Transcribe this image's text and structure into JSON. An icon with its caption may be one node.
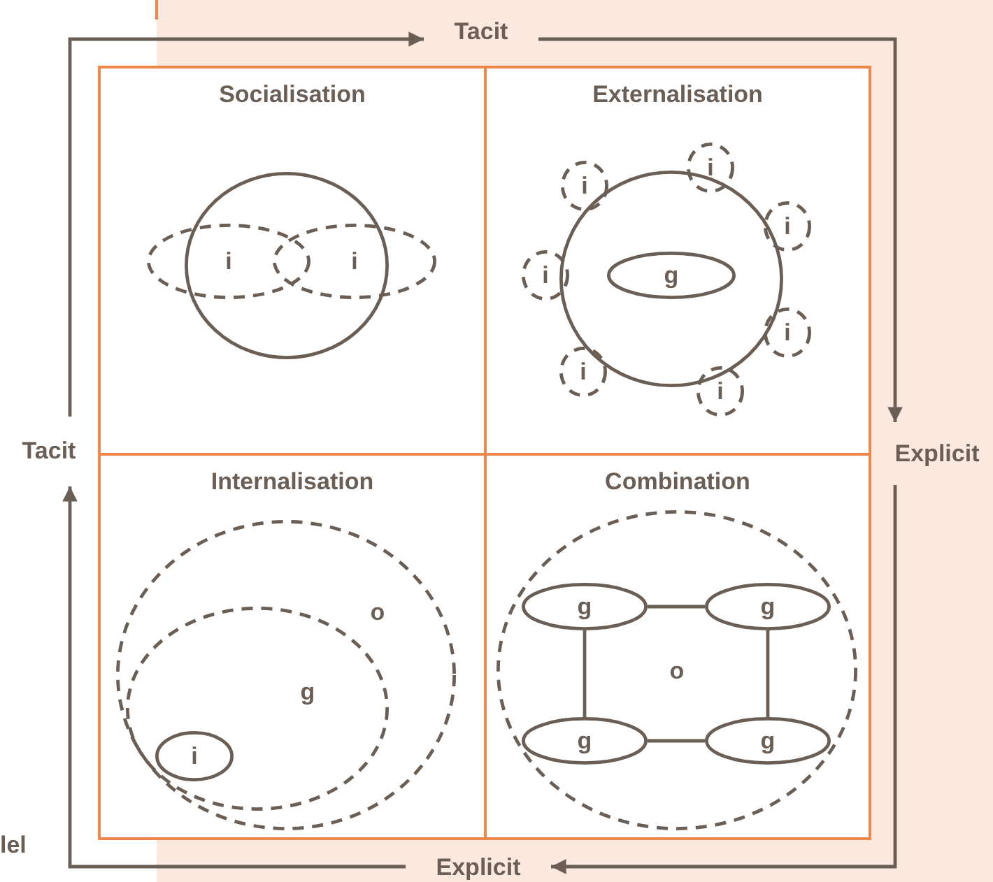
{
  "diagram": {
    "nodes": [
      {
        "text": [
          "Tacit"
        ]
      },
      {
        "text": [
          "Socialisation"
        ]
      },
      {
        "text": [],
        "shape": "circle",
        "in": 1
      },
      {
        "text": [
          "i"
        ],
        "in": 1
      },
      {
        "text": [
          "i"
        ],
        "in": 1
      },
      {
        "text": [
          "Externalisation"
        ]
      },
      {
        "text": [],
        "shape": "circle",
        "in": 5
      },
      {
        "text": [
          "g"
        ],
        "in": 6
      },
      {
        "text": [
          "i"
        ],
        "in": 5
      },
      {
        "text": [
          "i"
        ],
        "in": 5
      },
      {
        "text": [
          "i"
        ],
        "in": 5
      },
      {
        "text": [
          "i"
        ],
        "in": 5
      },
      {
        "text": [
          "i"
        ],
        "in": 5
      },
      {
        "text": [
          "i"
        ],
        "in": 5
      },
      {
        "text": [
          "i"
        ],
        "in": 5
      },
      {
        "text": [
          "Tacit"
        ]
      },
      {
        "text": [
          "Explicit"
        ]
      },
      {
        "text": [
          "Internalisation"
        ]
      },
      {
        "text": [
          "o"
        ],
        "in": 17
      },
      {
        "text": [
          "g"
        ],
        "in": 18
      },
      {
        "text": [
          "i"
        ],
        "in": 19
      },
      {
        "text": [
          "Combination"
        ]
      },
      {
        "text": [
          "o"
        ],
        "in": 21
      },
      {
        "text": [
          "g"
        ],
        "in": 22
      },
      {
        "text": [
          "g"
        ],
        "in": 22
      },
      {
        "text": [
          "g"
        ],
        "in": 22
      },
      {
        "text": [
          "g"
        ],
        "in": 22
      },
      {
        "text": [
          "Explicit"
        ]
      }
    ],
    "edges": [
      {
        "from": 15,
        "to": 0,
        "arrow": "to"
      },
      {
        "from": 0,
        "to": 16,
        "arrow": "to"
      },
      {
        "from": 16,
        "to": 27,
        "arrow": "to"
      },
      {
        "from": 27,
        "to": 15,
        "arrow": "to"
      },
      {
        "from": 23,
        "to": 24,
        "arrow": "none"
      },
      {
        "from": 23,
        "to": 25,
        "arrow": "none"
      },
      {
        "from": 24,
        "to": 26,
        "arrow": "none"
      },
      {
        "from": 25,
        "to": 26,
        "arrow": "none"
      }
    ],
    "labels": [
      "lel"
    ]
  }
}
